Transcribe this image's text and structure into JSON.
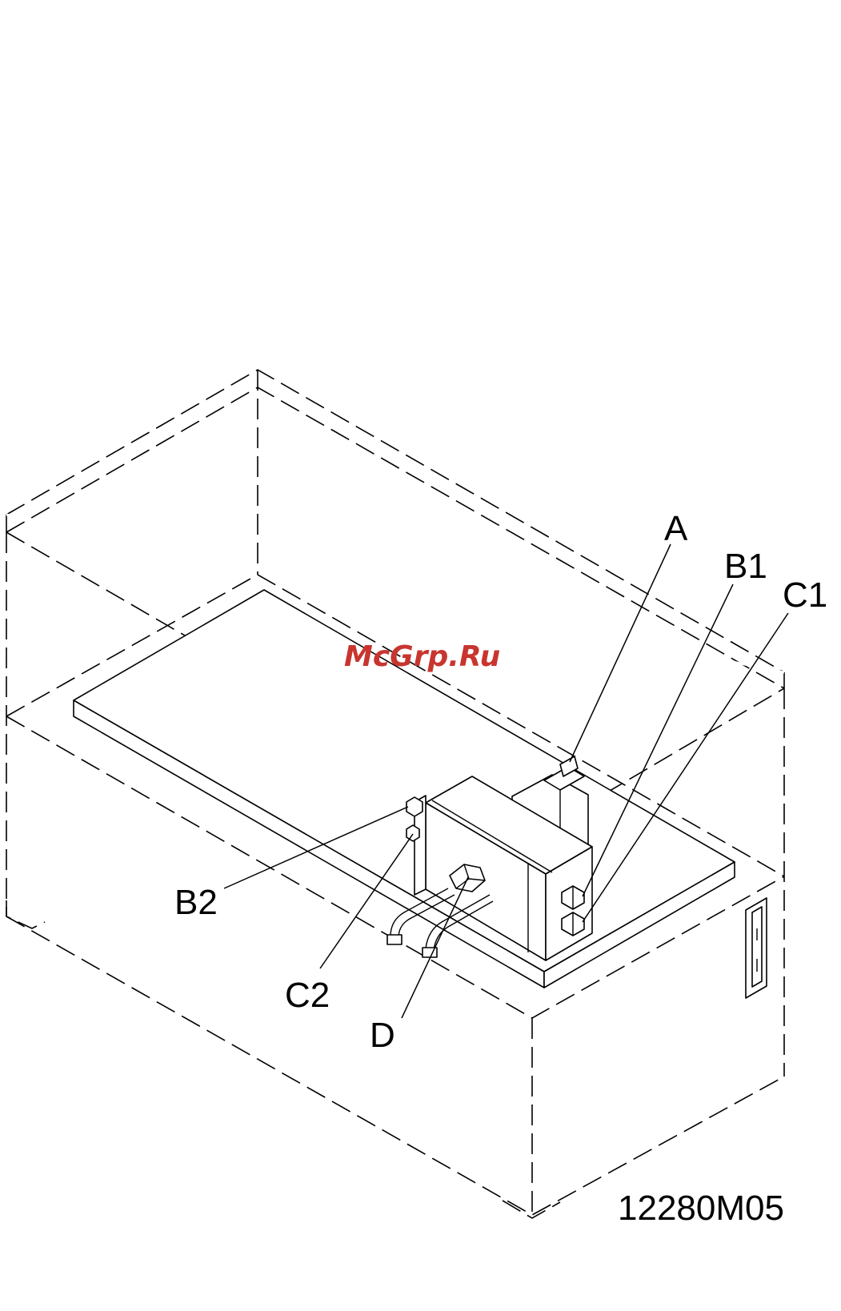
{
  "callouts": {
    "a": "A",
    "b1": "B1",
    "c1": "C1",
    "b2": "B2",
    "c2": "C2",
    "d": "D"
  },
  "drawing_code": "12280M05",
  "watermark": "McGrp.Ru"
}
